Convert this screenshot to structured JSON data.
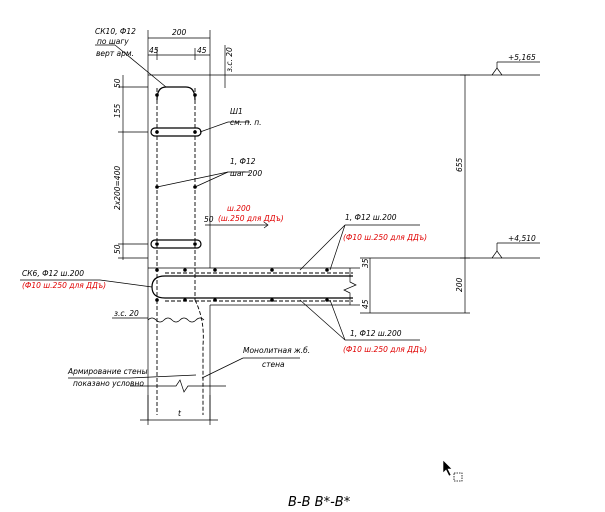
{
  "title": "В-В  В*-В*",
  "labels": {
    "ck10_line1": "СК10, Ф12",
    "ck10_line2": "по шагу",
    "ck10_line3": "верт арм.",
    "dim_200_top": "200",
    "dim_45_left": "45",
    "dim_45_right": "45",
    "zs_20_top": "з.с. 20",
    "dim_50_top": "50",
    "dim_155": "155",
    "dim_2x200": "2х200=400",
    "dim_50_bottom": "50",
    "sh1_line1": "Ш1",
    "sh1_line2": "см. п. п.",
    "bar_vert_line1": "1, Ф12",
    "bar_vert_line2": "шаг 200",
    "red_step_line1": "ш.200",
    "red_step_line2": "(ш.250 для ДДъ)",
    "dim_50_mid": "50",
    "top_bar_line1": "1, Ф12  ш.200",
    "top_bar_line2": "(Ф10 ш.250 для ДДъ)",
    "ck6_line1": "СК6, Ф12  ш.200",
    "ck6_line2": "(Ф10 ш.250 для ДДъ)",
    "dim_35": "35",
    "dim_45_slab": "45",
    "dim_200_slab": "200",
    "zs_20_left": "з.с. 20",
    "bottom_bar_line1": "1, Ф12  ш.200",
    "bottom_bar_line2": "(Ф10 ш.250 для ДДъ)",
    "monolith_line1": "Монолитная ж.б.",
    "monolith_line2": "стена",
    "wall_note_line1": "Армирование стены",
    "wall_note_line2": "показано условно",
    "dim_t": "t",
    "dim_655": "655",
    "level_top": "+5,165",
    "level_mid": "+4,510"
  },
  "colors": {
    "annotation_red": "#e00000",
    "line_black": "#000000",
    "background": "#ffffff"
  },
  "icons": {
    "cursor": "mouse-pointer-with-box"
  }
}
